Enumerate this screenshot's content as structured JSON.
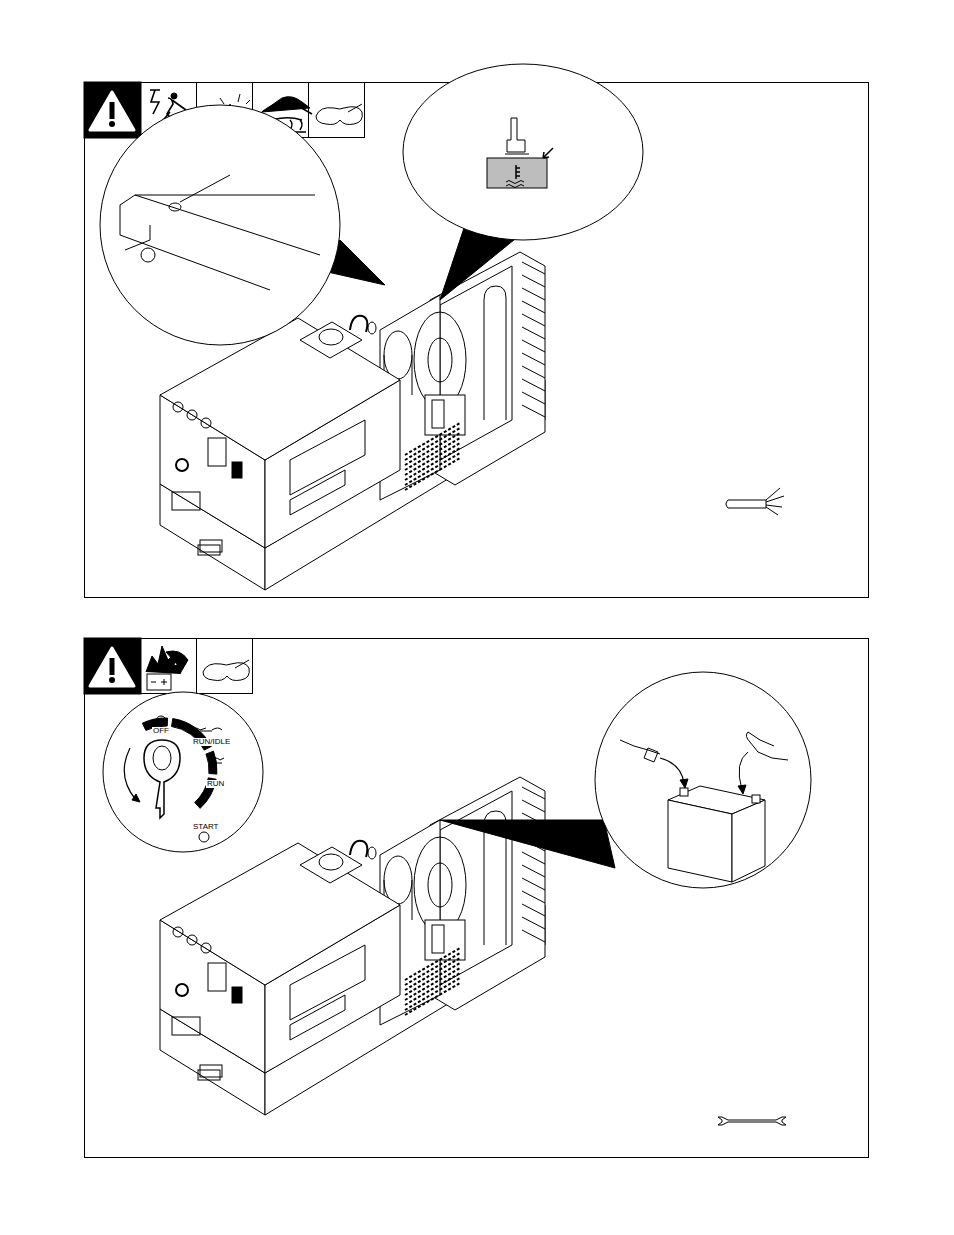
{
  "diagram": {
    "labels": [
      "OFF",
      "RUN/IDLE",
      "RUN",
      "START"
    ]
  }
}
